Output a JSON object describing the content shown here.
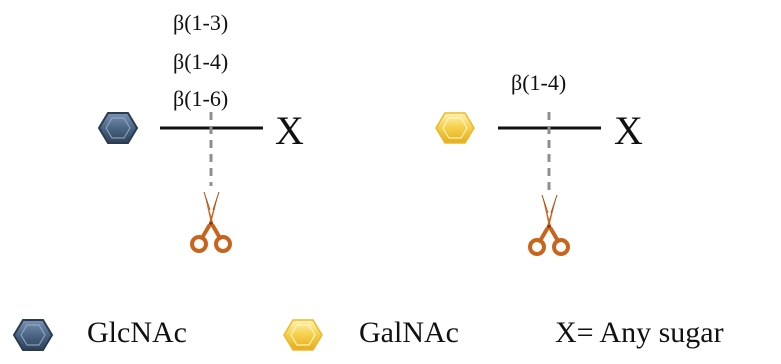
{
  "left_reaction": {
    "sugar_icon": "hexagon-blue",
    "linkages": [
      "β(1-3)",
      "β(1-4)",
      "β(1-6)"
    ],
    "aglycone": "X",
    "cleavage_icon": "scissors-icon"
  },
  "right_reaction": {
    "sugar_icon": "hexagon-yellow",
    "linkages": [
      "β(1-4)"
    ],
    "aglycone": "X",
    "cleavage_icon": "scissors-icon"
  },
  "legend": {
    "glcnac_label": "GlcNAc",
    "galnac_label": "GalNAc",
    "x_definition": "X= Any sugar"
  },
  "colors": {
    "glcnac": "#4b6585",
    "glcnac_dark": "#2b3b50",
    "galnac": "#f5cf4a",
    "galnac_light": "#fbe895",
    "scissors": "#c8641c",
    "dash": "#8f8f8f",
    "bond": "#111111"
  }
}
